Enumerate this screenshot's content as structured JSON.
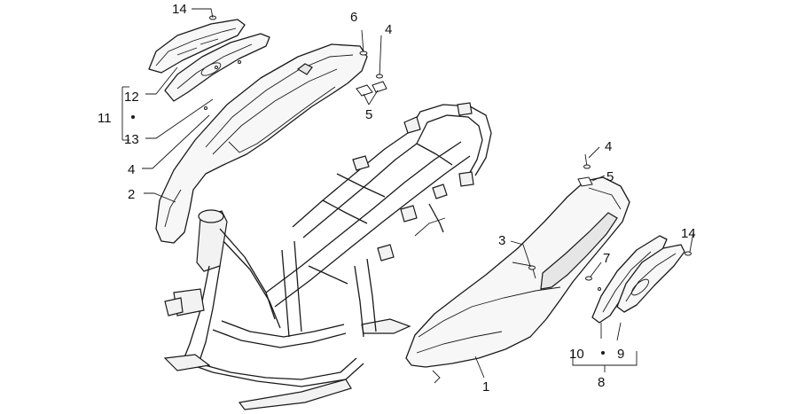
{
  "callouts": {
    "c14_top": "14",
    "c6": "6",
    "c4_top": "4",
    "c12": "12",
    "c11": "11",
    "c13": "13",
    "c5_top": "5",
    "c4_mid": "4",
    "c2": "2",
    "c4_right": "4",
    "c5_right": "5",
    "c3": "3",
    "c7": "7",
    "c14_right": "14",
    "c10": "10",
    "c9": "9",
    "c8": "8",
    "c1": "1"
  }
}
